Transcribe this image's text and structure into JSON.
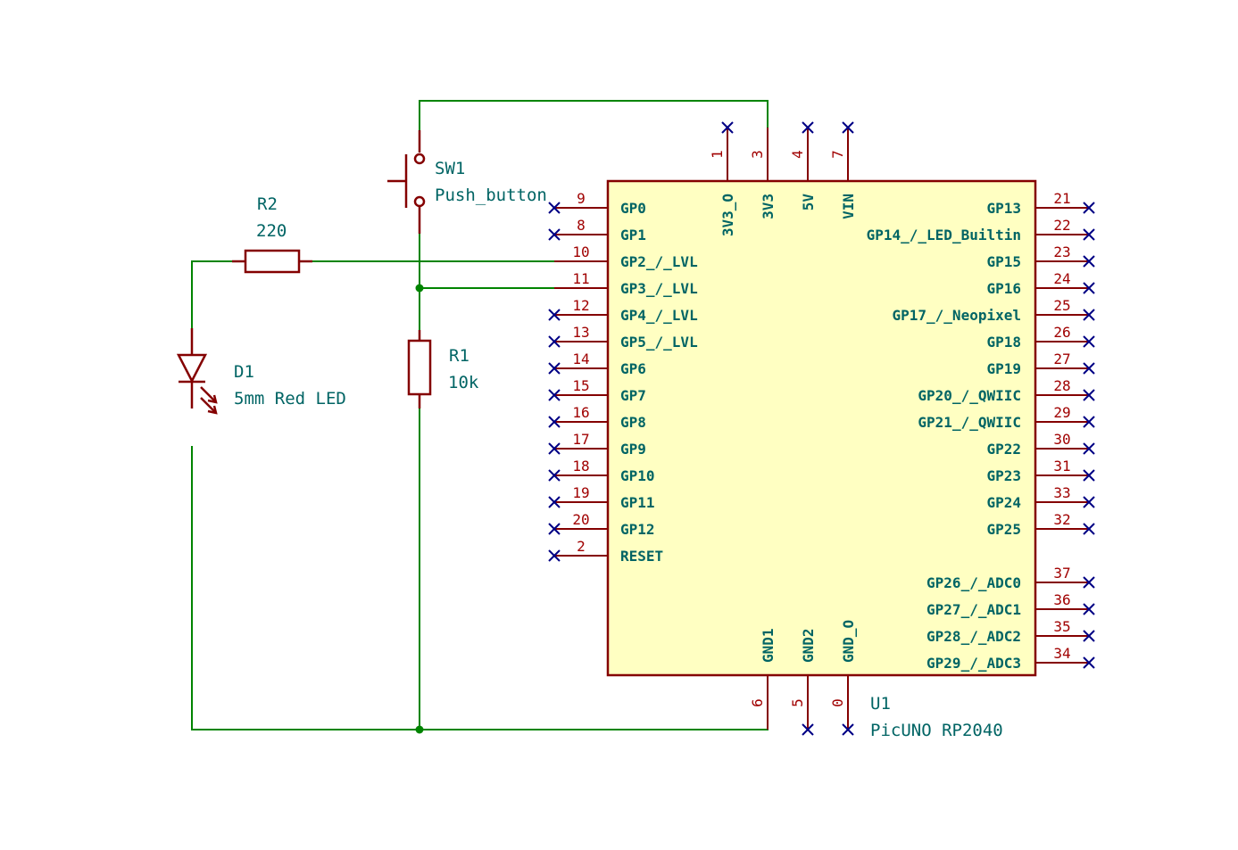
{
  "schematic": {
    "colors": {
      "wire": "#008400",
      "symbol": "#840000",
      "body_fill": "#ffffc2",
      "text": "#006464",
      "pin_number": "#a00000",
      "no_connect": "#000084"
    },
    "components": {
      "sw1": {
        "ref": "SW1",
        "value": "Push_button"
      },
      "r2": {
        "ref": "R2",
        "value": "220"
      },
      "r1": {
        "ref": "R1",
        "value": "10k"
      },
      "d1": {
        "ref": "D1",
        "value": "5mm Red LED"
      },
      "u1": {
        "ref": "U1",
        "value": "PicUNO RP2040"
      }
    },
    "u1_pins": {
      "left": [
        {
          "name": "GP0",
          "num": "9",
          "connected": false
        },
        {
          "name": "GP1",
          "num": "8",
          "connected": false
        },
        {
          "name": "GP2_/_LVL",
          "num": "10",
          "connected": true
        },
        {
          "name": "GP3_/_LVL",
          "num": "11",
          "connected": true
        },
        {
          "name": "GP4_/_LVL",
          "num": "12",
          "connected": false
        },
        {
          "name": "GP5_/_LVL",
          "num": "13",
          "connected": false
        },
        {
          "name": "GP6",
          "num": "14",
          "connected": false
        },
        {
          "name": "GP7",
          "num": "15",
          "connected": false
        },
        {
          "name": "GP8",
          "num": "16",
          "connected": false
        },
        {
          "name": "GP9",
          "num": "17",
          "connected": false
        },
        {
          "name": "GP10",
          "num": "18",
          "connected": false
        },
        {
          "name": "GP11",
          "num": "19",
          "connected": false
        },
        {
          "name": "GP12",
          "num": "20",
          "connected": false
        },
        {
          "name": "RESET",
          "num": "2",
          "connected": false
        }
      ],
      "right": [
        {
          "name": "GP13",
          "num": "21",
          "row": 0
        },
        {
          "name": "GP14_/_LED_Builtin",
          "num": "22",
          "row": 1
        },
        {
          "name": "GP15",
          "num": "23",
          "row": 2
        },
        {
          "name": "GP16",
          "num": "24",
          "row": 3
        },
        {
          "name": "GP17_/_Neopixel",
          "num": "25",
          "row": 4
        },
        {
          "name": "GP18",
          "num": "26",
          "row": 5
        },
        {
          "name": "GP19",
          "num": "27",
          "row": 6
        },
        {
          "name": "GP20_/_QWIIC",
          "num": "28",
          "row": 7
        },
        {
          "name": "GP21_/_QWIIC",
          "num": "29",
          "row": 8
        },
        {
          "name": "GP22",
          "num": "30",
          "row": 9
        },
        {
          "name": "GP23",
          "num": "31",
          "row": 10
        },
        {
          "name": "GP24",
          "num": "33",
          "row": 11
        },
        {
          "name": "GP25",
          "num": "32",
          "row": 12
        },
        {
          "name": "GP26_/_ADC0",
          "num": "37",
          "row": 14
        },
        {
          "name": "GP27_/_ADC1",
          "num": "36",
          "row": 15
        },
        {
          "name": "GP28_/_ADC2",
          "num": "35",
          "row": 16
        },
        {
          "name": "GP29_/_ADC3",
          "num": "34",
          "row": 17
        }
      ],
      "top": [
        {
          "name": "3V3_O",
          "num": "1",
          "connected": false
        },
        {
          "name": "3V3",
          "num": "3",
          "connected": true
        },
        {
          "name": "5V",
          "num": "4",
          "connected": false
        },
        {
          "name": "VIN",
          "num": "7",
          "connected": false
        }
      ],
      "bottom": [
        {
          "name": "GND1",
          "num": "6",
          "connected": true
        },
        {
          "name": "GND2",
          "num": "5",
          "connected": false
        },
        {
          "name": "GND_O",
          "num": "0",
          "connected": false
        }
      ]
    }
  }
}
